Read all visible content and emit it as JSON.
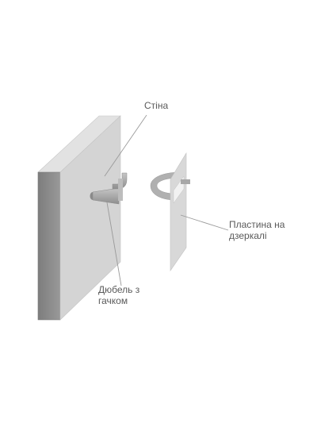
{
  "diagram": {
    "labels": {
      "wall": "Стіна",
      "dowel_line1": "Дюбель з",
      "dowel_line2": "гачком",
      "plate_line1": "Пластина на",
      "plate_line2": "дзеркалі"
    },
    "colors": {
      "wall_front": "#d4d4d4",
      "wall_top": "#e2e2e2",
      "wall_side": "#8f8f8f",
      "hook": "#ababab",
      "plate": "#d8d8d8",
      "plate_loop": "#b0b0b0",
      "leader": "#9a9a9a",
      "text": "#5a5a5a"
    }
  }
}
